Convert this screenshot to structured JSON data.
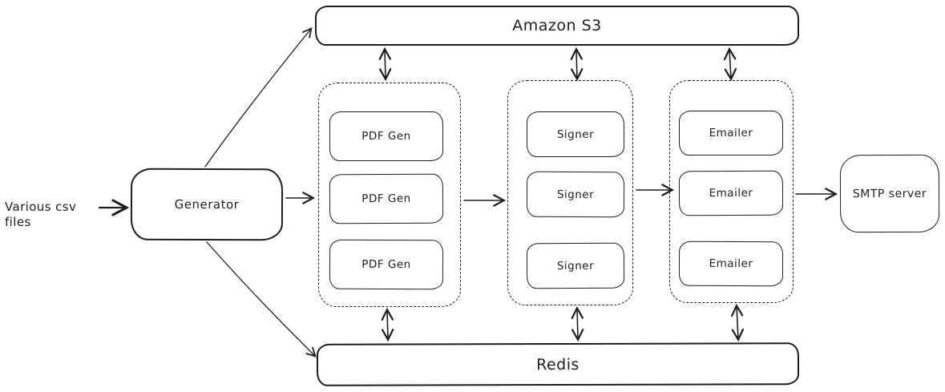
{
  "diagram": {
    "input_label": "Various csv files",
    "generator_label": "Generator",
    "s3_label": "Amazon S3",
    "redis_label": "Redis",
    "smtp_label": "SMTP server",
    "groups": [
      {
        "id": "pdf-gen-pool",
        "workers": [
          "PDF Gen",
          "PDF Gen",
          "PDF Gen"
        ]
      },
      {
        "id": "signer-pool",
        "workers": [
          "Signer",
          "Signer",
          "Signer"
        ]
      },
      {
        "id": "emailer-pool",
        "workers": [
          "Emailer",
          "Emailer",
          "Emailer"
        ]
      }
    ],
    "colors": {
      "stroke": "#1e1e1e",
      "background": "#ffffff"
    }
  }
}
